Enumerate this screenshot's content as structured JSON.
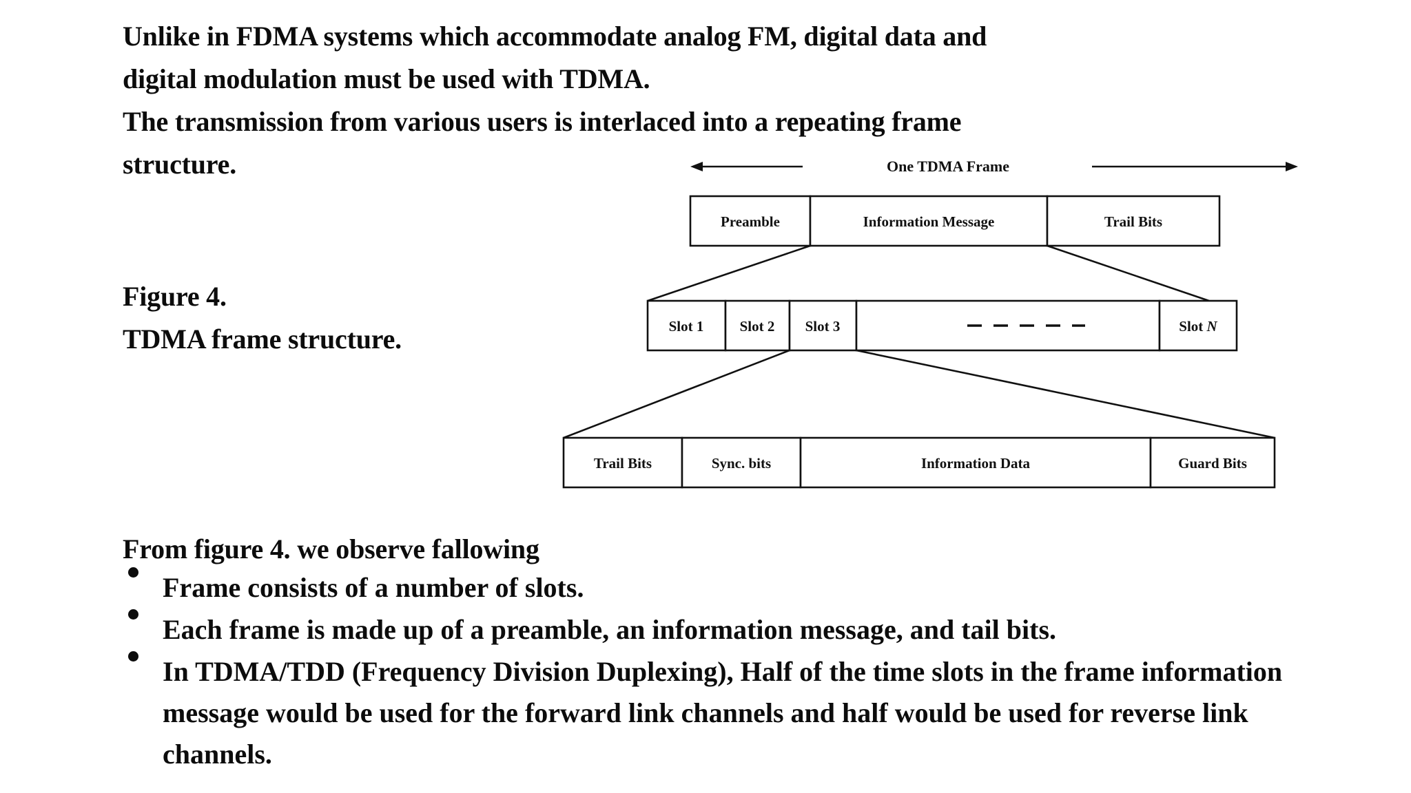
{
  "document": {
    "intro_lines": [
      "Unlike in FDMA systems which accommodate analog FM, digital data and",
      "digital modulation must be used with TDMA.",
      "The transmission from various users is interlaced into a repeating frame",
      "structure."
    ],
    "figure_caption": {
      "line1": "Figure 4.",
      "line2": "TDMA frame structure."
    },
    "observe_heading": "From figure 4. we observe fallowing",
    "bullets": [
      "Frame consists of a number of slots.",
      "Each frame is made up of a preamble, an information message, and tail bits.",
      "In TDMA/TDD (Frequency Division Duplexing), Half of the time slots in the frame information message would be used for the forward link channels and half would be used for reverse link channels."
    ],
    "text_color": "#0c0c0c",
    "background_color": "#ffffff"
  },
  "figure": {
    "title": "One TDMA Frame",
    "frame_row": {
      "boxes": [
        {
          "label": "Preamble"
        },
        {
          "label": "Information Message"
        },
        {
          "label": "Trail Bits"
        }
      ]
    },
    "slot_row": {
      "boxes": [
        {
          "label": "Slot 1"
        },
        {
          "label": "Slot 2"
        },
        {
          "label": "Slot 3"
        },
        {
          "label": ""
        },
        {
          "label": "Slot N"
        }
      ],
      "ellipsis_dashes": 5
    },
    "slot_detail_row": {
      "boxes": [
        {
          "label": "Trail Bits"
        },
        {
          "label": "Sync. bits"
        },
        {
          "label": "Information Data"
        },
        {
          "label": "Guard Bits"
        }
      ]
    },
    "line_color": "#111111",
    "box_fill": "#ffffff"
  }
}
